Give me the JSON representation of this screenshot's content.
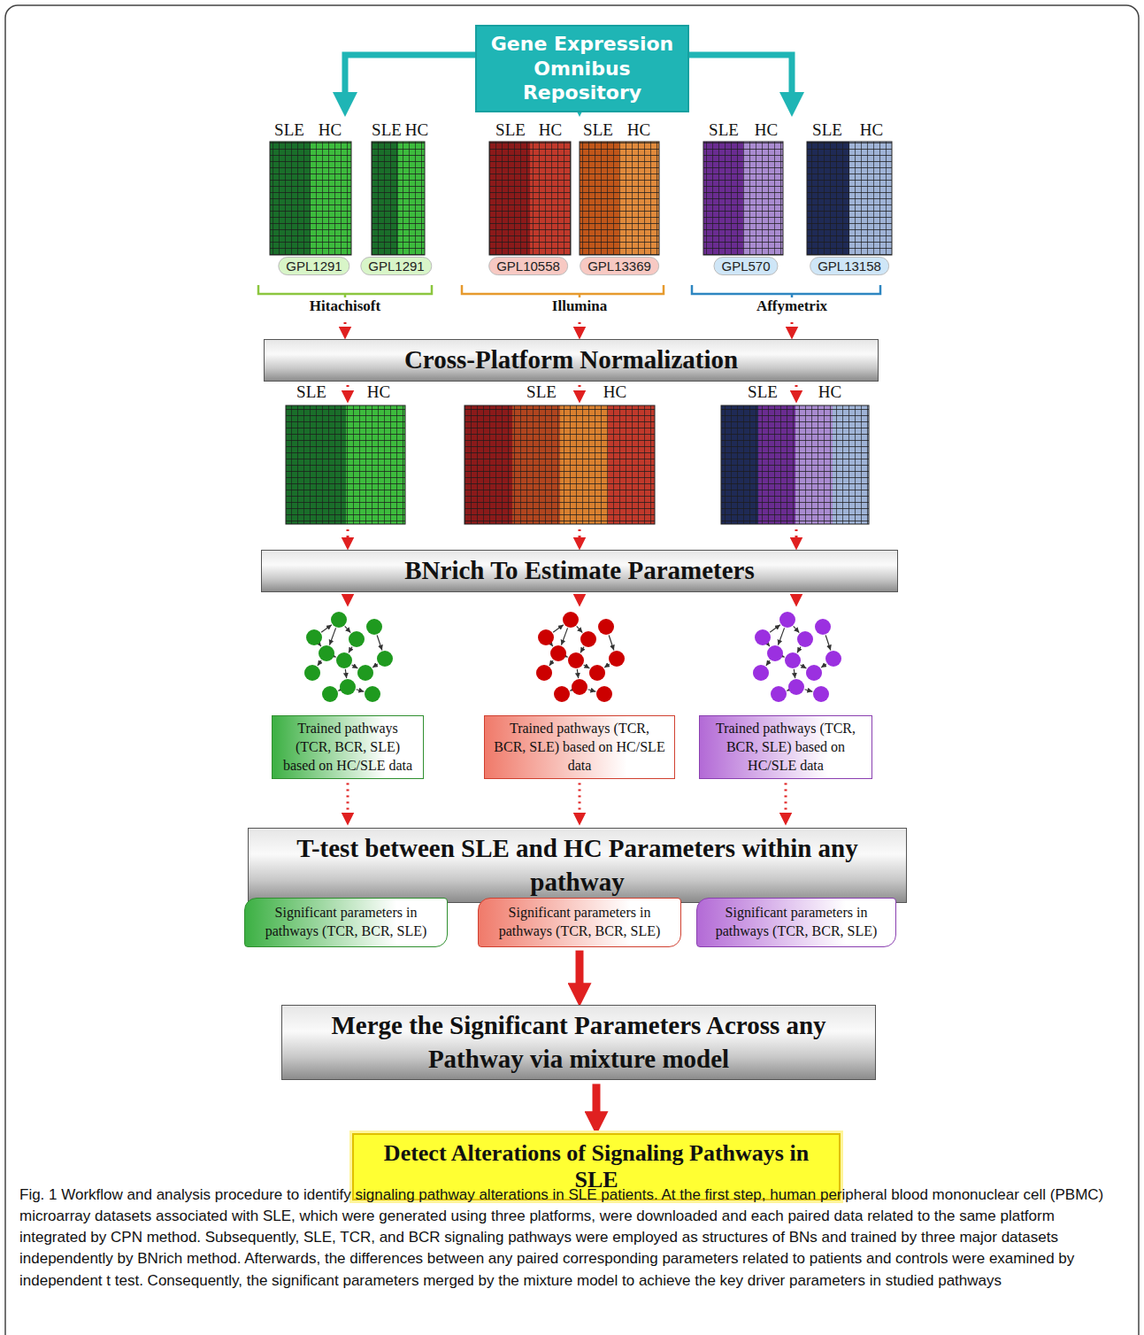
{
  "diagram": {
    "caption": "Fig. 1 Workflow and analysis procedure to identify signaling pathway alterations in SLE patients. At the first step, human peripheral blood mononuclear cell (PBMC) microarray datasets associated with SLE, which were generated using three platforms, were downloaded and each paired data related to the same platform integrated by CPN method. Subsequently, SLE, TCR, and BCR signaling pathways were employed as structures of BNs and trained by three major datasets independently by BNrich method. Afterwards, the differences between any paired corresponding parameters related to patients and controls were examined by independent t test. Consequently, the significant parameters merged by the mixture model to achieve the key driver parameters in studied pathways",
    "nodes": [
      {
        "text": [
          "Gene Expression Omnibus Repository"
        ]
      },
      {
        "text": [
          "GPL1291"
        ]
      },
      {
        "text": [
          "GPL1291"
        ]
      },
      {
        "text": [
          "GPL10558"
        ]
      },
      {
        "text": [
          "GPL13369"
        ]
      },
      {
        "text": [
          "GPL570"
        ]
      },
      {
        "text": [
          "GPL13158"
        ]
      },
      {
        "text": [
          "Cross-Platform Normalization"
        ]
      },
      {
        "text": [
          "BNrich To Estimate Parameters"
        ]
      },
      {
        "text": [
          "Trained pathways (TCR, BCR, SLE) based on HC/SLE data"
        ]
      },
      {
        "text": [
          "Trained pathways (TCR, BCR, SLE) based on HC/SLE data"
        ]
      },
      {
        "text": [
          "Trained pathways (TCR, BCR, SLE) based on HC/SLE data"
        ]
      },
      {
        "text": [
          "T-test between SLE and HC Parameters within any pathway"
        ]
      },
      {
        "text": [
          "Significant parameters in pathways (TCR, BCR, SLE)"
        ]
      },
      {
        "text": [
          "Significant parameters in pathways (TCR, BCR, SLE)"
        ]
      },
      {
        "text": [
          "Significant parameters in pathways (TCR, BCR, SLE)"
        ]
      },
      {
        "text": [
          "Merge the Significant Parameters Across any Pathway via mixture model"
        ]
      },
      {
        "text": [
          "Detect Alterations of Signaling Pathways in SLE"
        ]
      }
    ],
    "edges": [
      {
        "from": 9,
        "to": 12,
        "arrow": "to"
      },
      {
        "from": 10,
        "to": 12,
        "arrow": "to"
      },
      {
        "from": 11,
        "to": 12,
        "arrow": "to"
      },
      {
        "from": 12,
        "to": 13,
        "arrow": "to"
      },
      {
        "from": 12,
        "to": 14,
        "arrow": "to"
      },
      {
        "from": 12,
        "to": 15,
        "arrow": "to"
      },
      {
        "from": 14,
        "to": 16,
        "arrow": "to"
      },
      {
        "from": 16,
        "to": 17,
        "arrow": "to"
      }
    ],
    "labels": [
      "SLE",
      "HC",
      "SLE",
      "HC",
      "SLE",
      "HC",
      "SLE",
      "HC",
      "SLE",
      "HC",
      "SLE",
      "HC",
      "Hitachisoft",
      "Illumina",
      "Affymetrix",
      "SLE",
      "HC",
      "SLE",
      "HC",
      "SLE",
      "HC"
    ]
  }
}
